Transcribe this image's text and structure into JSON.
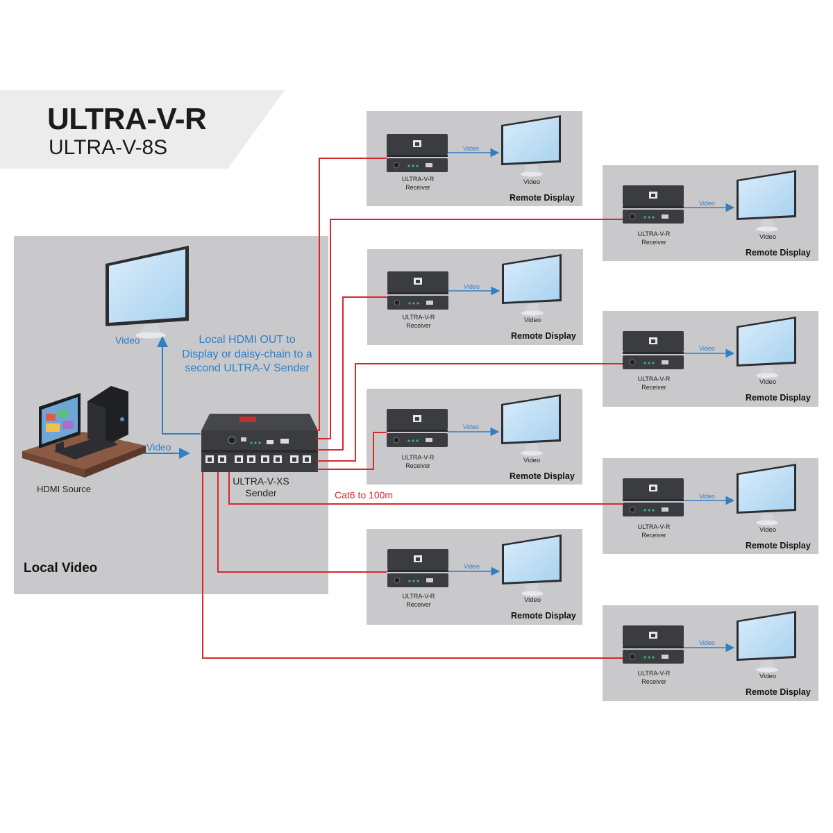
{
  "title": "ULTRA-V-R",
  "subtitle": "ULTRA-V-8S",
  "local_panel": {
    "label": "Local Video",
    "monitor_label": "Video",
    "note_lines": [
      "Local HDMI OUT to",
      "Display or daisy-chain to a",
      "second ULTRA-V Sender"
    ],
    "source_label": "HDMI Source",
    "source_video_label": "Video",
    "sender_lines": [
      "ULTRA-V-XS",
      "Sender"
    ]
  },
  "cable_label": "Cat6 to 100m",
  "remote": {
    "panel_label": "Remote Display",
    "receiver_lines": [
      "ULTRA-V-R",
      "Receiver"
    ],
    "video_label": "Video",
    "monitor_label": "Video",
    "count": 8
  },
  "colors": {
    "cable": "#d9262b",
    "video_arrow": "#2f7fc4",
    "panel": "#c9c9cb",
    "device": "#3a3c40"
  }
}
